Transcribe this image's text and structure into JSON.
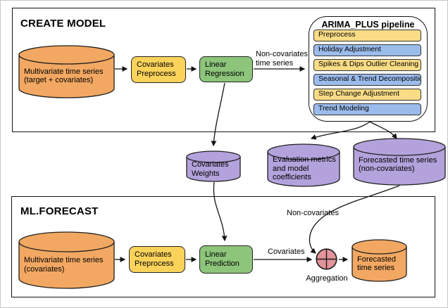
{
  "colors": {
    "orange": "#F2A862",
    "yellow": "#FBD35B",
    "pipeline_yellow": "#FADC86",
    "pipeline_blue": "#9BBBEB",
    "green": "#8DC57B",
    "purple": "#B3A2DB",
    "aggregation_red": "#E2949A",
    "stroke": "#1f1f1f"
  },
  "create_model": {
    "title": "CREATE MODEL",
    "source_db": {
      "line1": "Multivariate time series",
      "line2": "(target + covariates)"
    },
    "preprocess": {
      "line1": "Covariates",
      "line2": "Preprocess"
    },
    "regression": {
      "line1": "Linear",
      "line2": "Regression"
    },
    "arrow_label": {
      "line1": "Non-covariates",
      "line2": "time series"
    }
  },
  "pipeline": {
    "title": "ARIMA_PLUS pipeline",
    "steps": [
      {
        "label": "Preprocess",
        "color": "#FADC86"
      },
      {
        "label": "Holiday Adjustment",
        "color": "#9BBBEB"
      },
      {
        "label": "Spikes & Dips Outlier Cleaning",
        "color": "#FADC86"
      },
      {
        "label": "Seasonal & Trend Decomposition",
        "color": "#9BBBEB"
      },
      {
        "label": "Step Change Adjustment",
        "color": "#FADC86"
      },
      {
        "label": "Trend Modeling",
        "color": "#9BBBEB"
      }
    ]
  },
  "middle": {
    "covariates_weights": {
      "line1": "Covariates",
      "line2": "Weights"
    },
    "evaluation": {
      "line1": "Evaluation metrics",
      "line2": "and model",
      "line3": "coefficients"
    },
    "forecast_noncov": {
      "line1": "Forecasted time series",
      "line2": "(non-covariates)"
    }
  },
  "ml_forecast": {
    "title": "ML.FORECAST",
    "source_db": {
      "line1": "Multivariate time series",
      "line2": "(covariates)"
    },
    "preprocess": {
      "line1": "Covariates",
      "line2": "Preprocess"
    },
    "prediction": {
      "line1": "Linear",
      "line2": "Prediction"
    },
    "covariates_label": "Covariates",
    "noncovariates_label": "Non-covariates",
    "aggregation_label": "Aggregation",
    "forecast_db": {
      "line1": "Forecasted",
      "line2": "time series"
    }
  }
}
